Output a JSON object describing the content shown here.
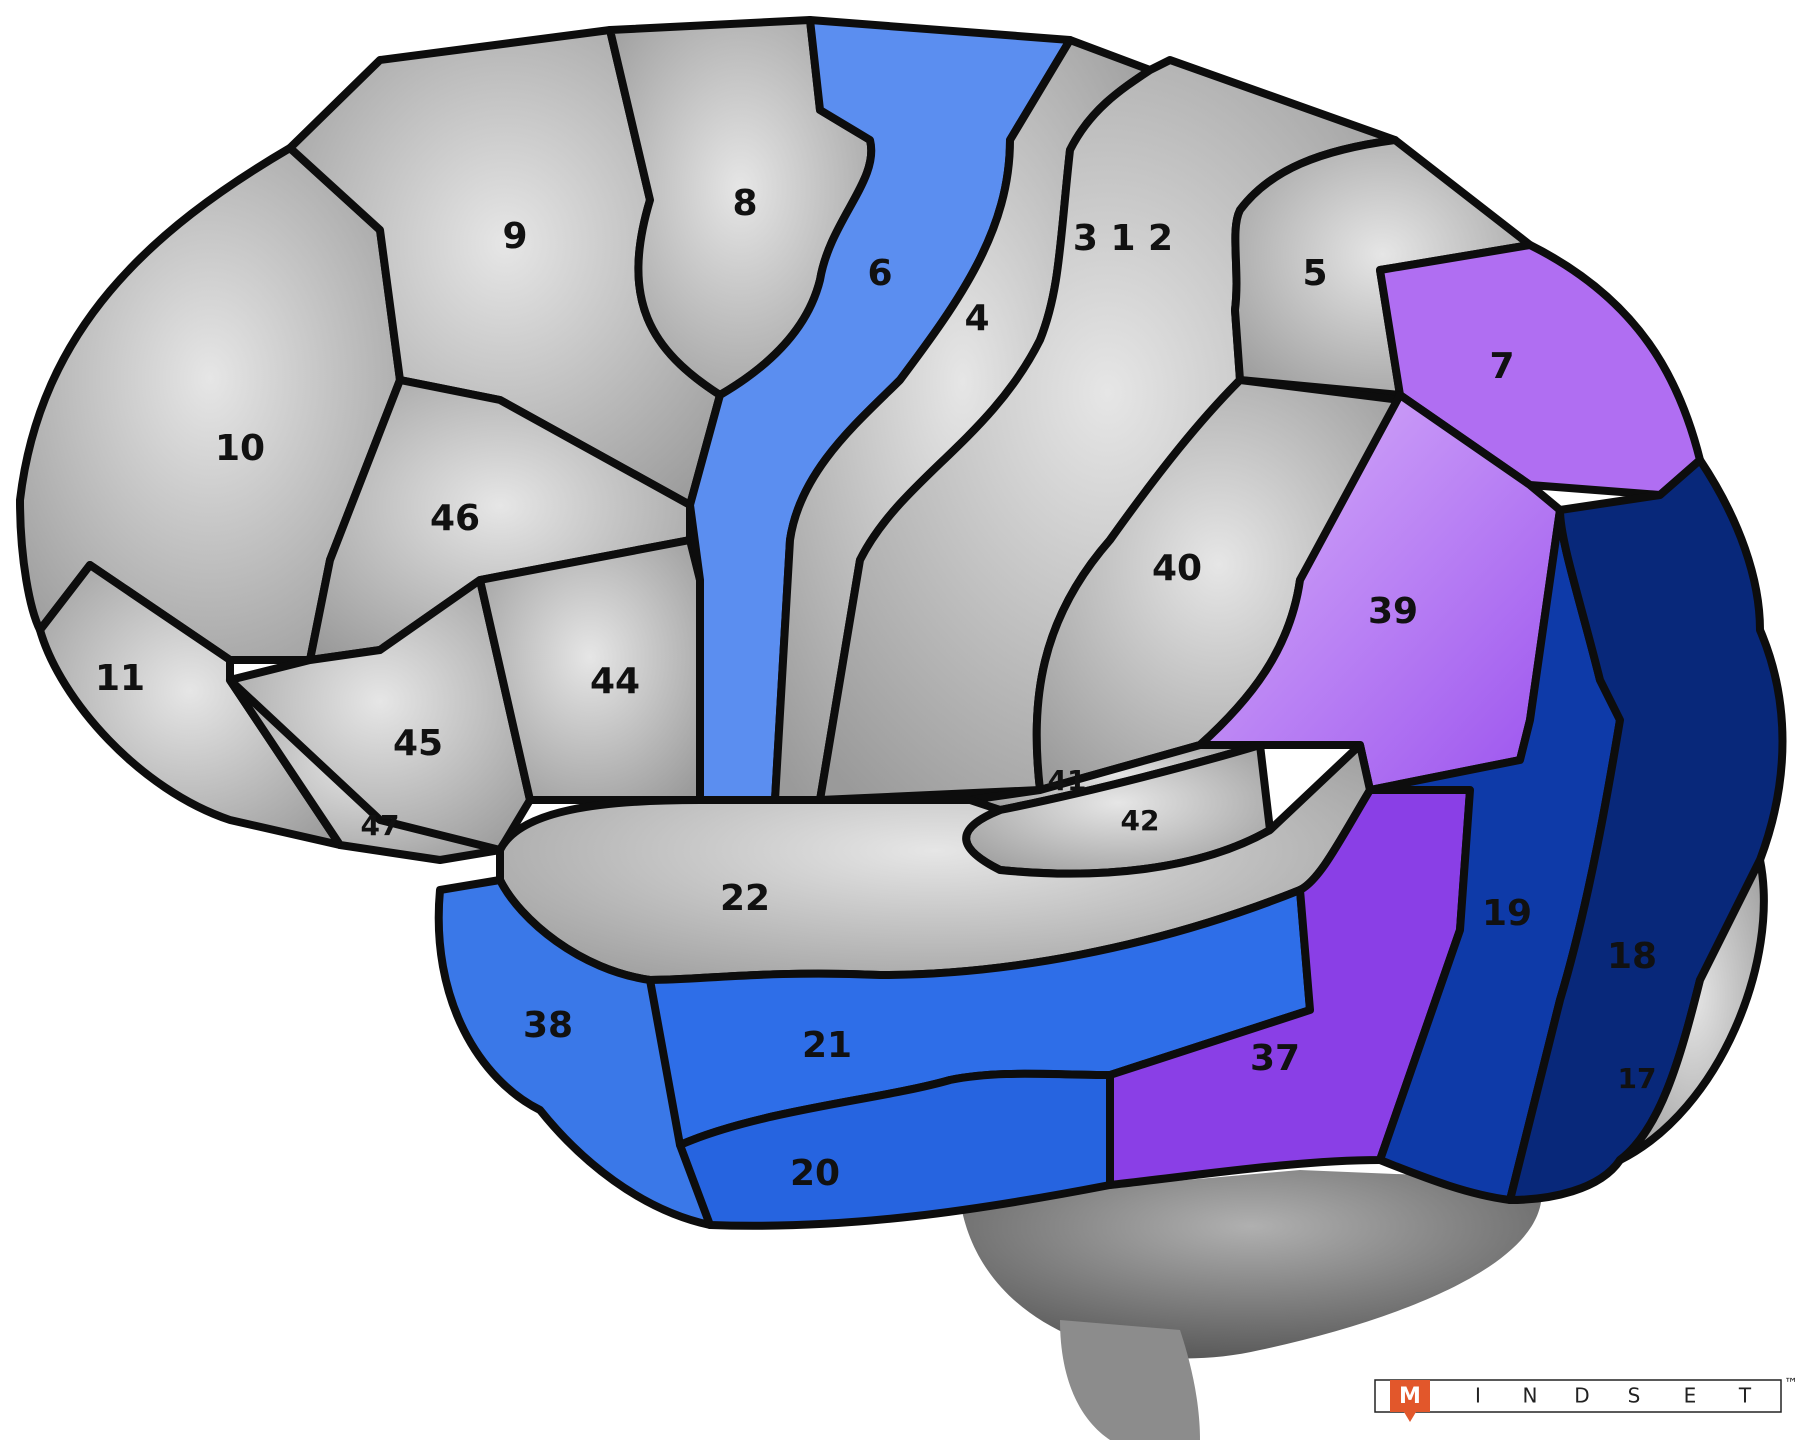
{
  "colors": {
    "gray_region": "#c8c8c8",
    "gray_dark": "#8a8a8a",
    "light_blue": "#5b8ef0",
    "medium_blue": "#2e6ee8",
    "dark_blue": "#0e3aa8",
    "navy": "#08287a",
    "light_purple": "#c58cf5",
    "purple": "#9b52ee",
    "violet": "#8a3fe6",
    "outline": "#0d0d0d",
    "logo_orange": "#e2572b"
  },
  "regions": [
    {
      "id": "10",
      "label": "10"
    },
    {
      "id": "11",
      "label": "11"
    },
    {
      "id": "9",
      "label": "9"
    },
    {
      "id": "8",
      "label": "8"
    },
    {
      "id": "46",
      "label": "46"
    },
    {
      "id": "45",
      "label": "45"
    },
    {
      "id": "44",
      "label": "44"
    },
    {
      "id": "47",
      "label": "47"
    },
    {
      "id": "6",
      "label": "6"
    },
    {
      "id": "4",
      "label": "4"
    },
    {
      "id": "312",
      "label": "3 1 2"
    },
    {
      "id": "5",
      "label": "5"
    },
    {
      "id": "7",
      "label": "7"
    },
    {
      "id": "40",
      "label": "40"
    },
    {
      "id": "39",
      "label": "39"
    },
    {
      "id": "41",
      "label": "41"
    },
    {
      "id": "42",
      "label": "42"
    },
    {
      "id": "22",
      "label": "22"
    },
    {
      "id": "38",
      "label": "38"
    },
    {
      "id": "21",
      "label": "21"
    },
    {
      "id": "20",
      "label": "20"
    },
    {
      "id": "37",
      "label": "37"
    },
    {
      "id": "19",
      "label": "19"
    },
    {
      "id": "18",
      "label": "18"
    },
    {
      "id": "17",
      "label": "17"
    }
  ],
  "logo": {
    "letters": [
      "M",
      "I",
      "N",
      "D",
      "S",
      "E",
      "T"
    ],
    "trademark": "™"
  }
}
